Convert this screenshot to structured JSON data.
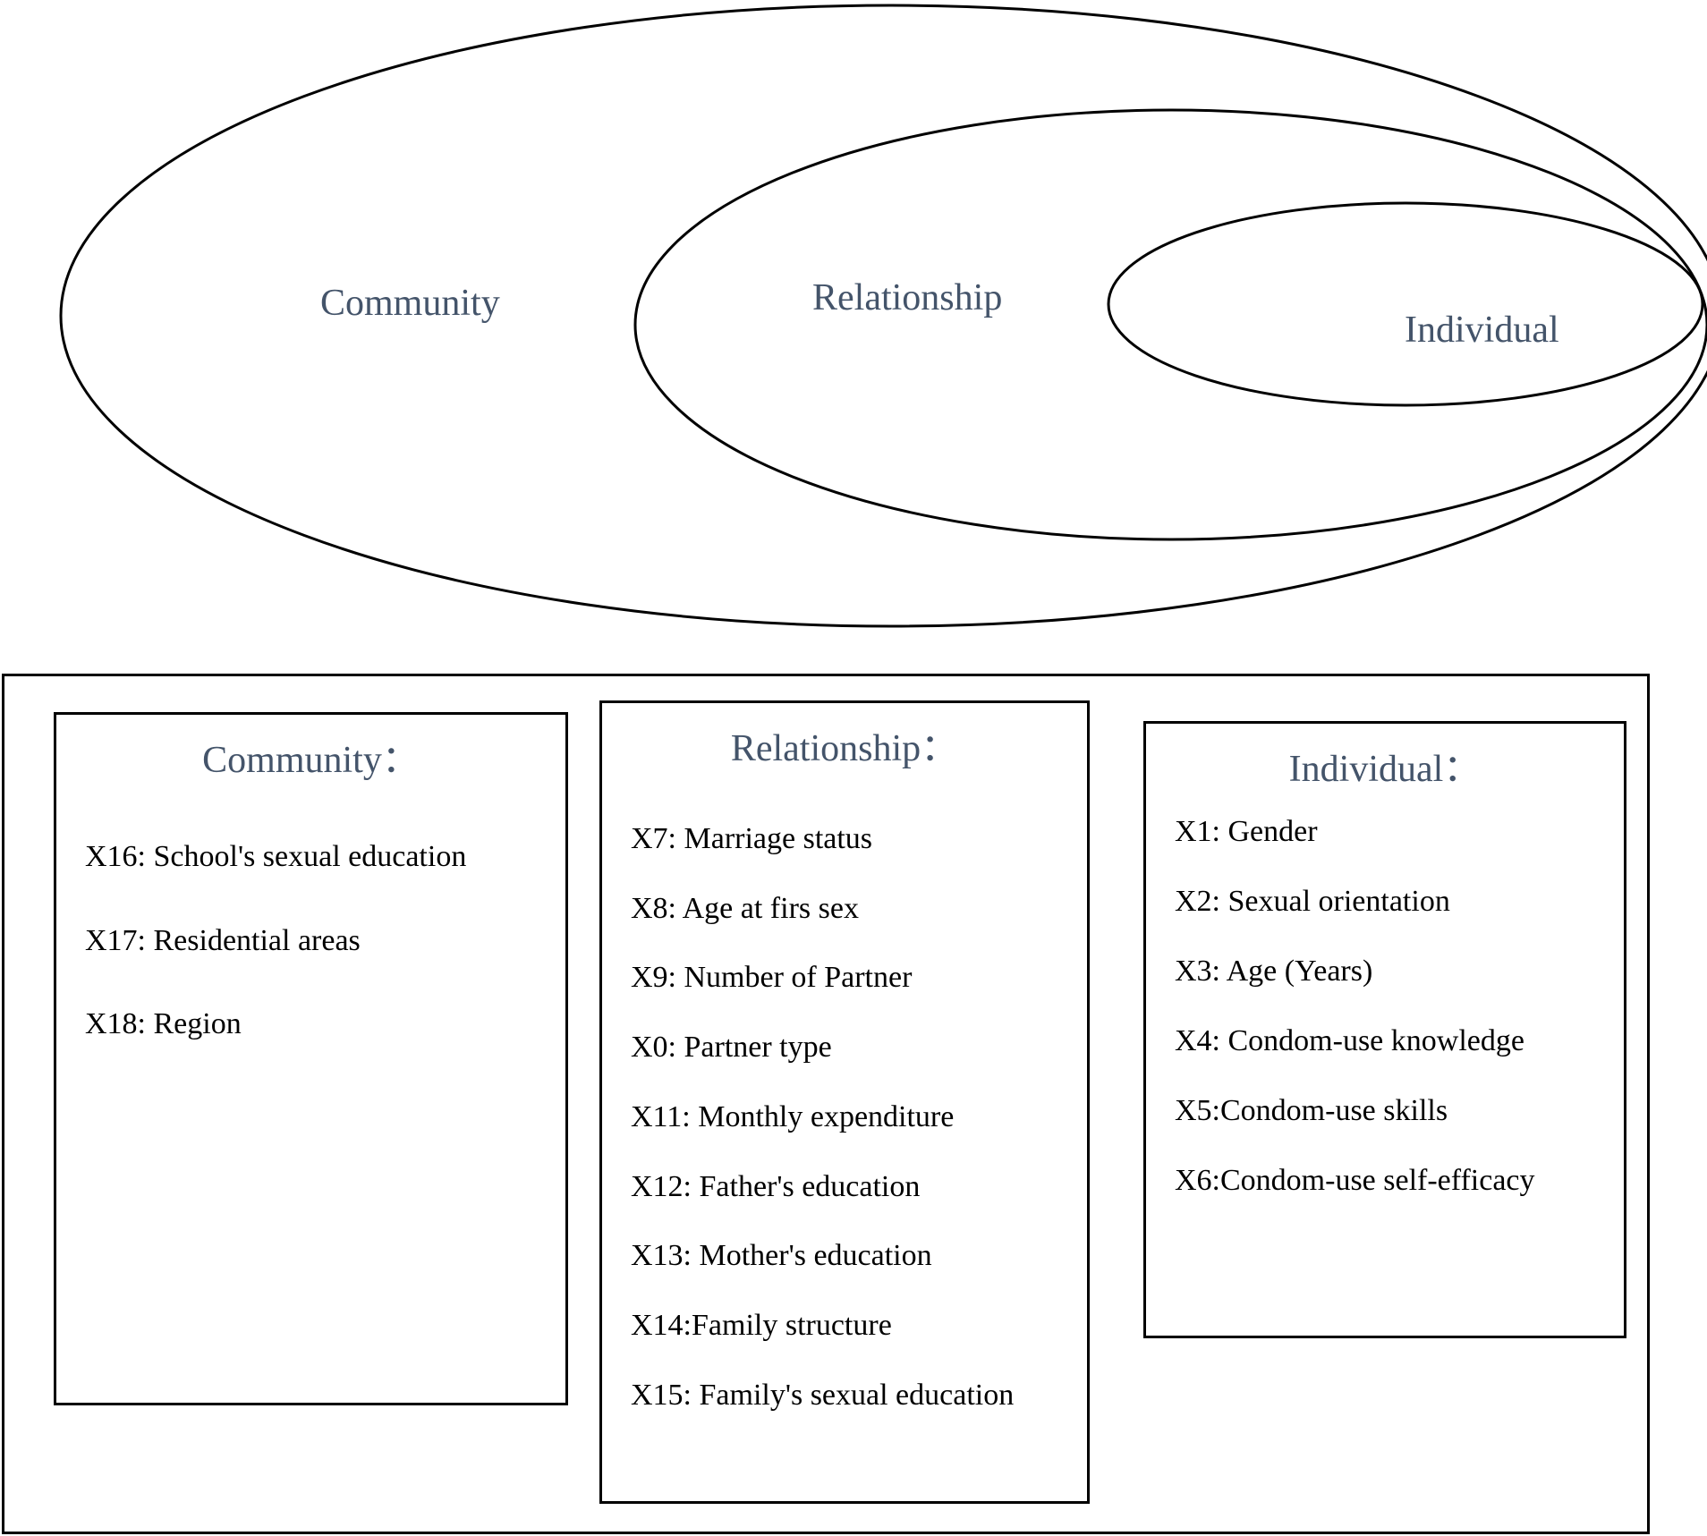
{
  "diagram": {
    "ellipses": {
      "community": "Community",
      "relationship": "Relationship",
      "individual": "Individual"
    },
    "panels": {
      "community": {
        "title": "Community：",
        "items": [
          "X16: School's sexual education",
          "X17: Residential areas",
          "X18: Region"
        ]
      },
      "relationship": {
        "title": "Relationship：",
        "items": [
          "X7: Marriage status",
          "X8: Age at firs sex",
          "X9: Number of Partner",
          "X0: Partner type",
          "X11: Monthly expenditure",
          "X12: Father's education",
          "X13: Mother's education",
          "X14:Family structure",
          "X15: Family's sexual education"
        ]
      },
      "individual": {
        "title": "Individual：",
        "items": [
          "X1: Gender",
          "X2: Sexual orientation",
          "X3: Age (Years)",
          "X4: Condom-use knowledge",
          "X5:Condom-use skills",
          "X6:Condom-use self-efficacy"
        ]
      }
    }
  }
}
